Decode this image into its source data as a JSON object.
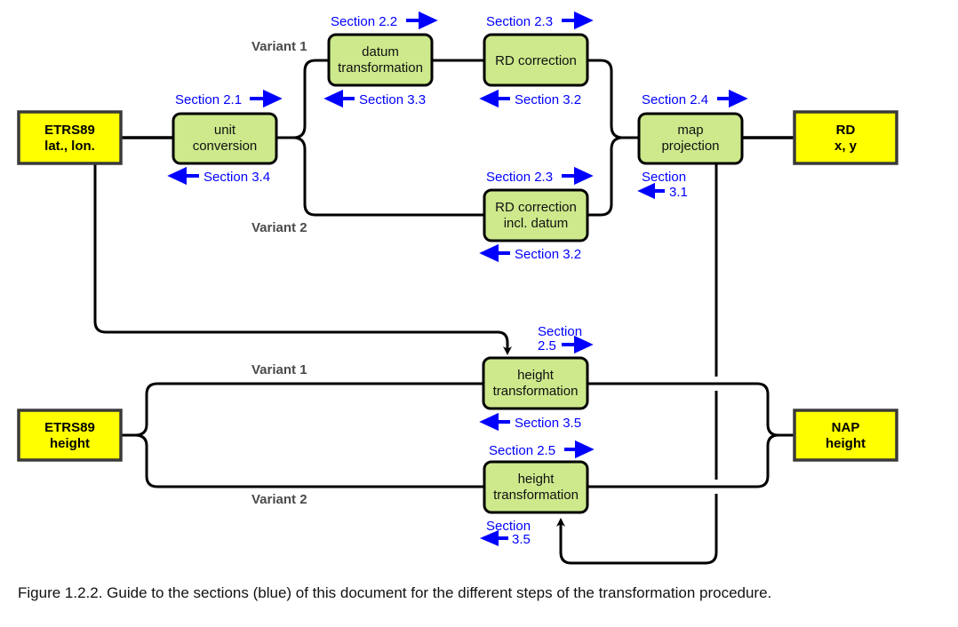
{
  "colors": {
    "section_blue": "#0000ff",
    "process_fill": "#cde98c",
    "endpoint_fill": "#ffff00",
    "endpoint_border": "#3a3a3a",
    "line": "#000000",
    "variant_label": "#4a4a4a"
  },
  "endpoints": {
    "etrs89_latlon": {
      "line1": "ETRS89",
      "line2": "lat., lon."
    },
    "rd_xy": {
      "line1": "RD",
      "line2": "x, y"
    },
    "etrs89_height": {
      "line1": "ETRS89",
      "line2": "height"
    },
    "nap_height": {
      "line1": "NAP",
      "line2": "height"
    }
  },
  "processes": {
    "unit_conversion": {
      "line1": "unit",
      "line2": "conversion"
    },
    "datum_transformation": {
      "line1": "datum",
      "line2": "transformation"
    },
    "rd_correction": {
      "line1": "RD correction"
    },
    "map_projection": {
      "line1": "map",
      "line2": "projection"
    },
    "rd_correction_incl_datum": {
      "line1": "RD correction",
      "line2": "incl. datum"
    },
    "height_transformation_1": {
      "line1": "height",
      "line2": "transformation"
    },
    "height_transformation_2": {
      "line1": "height",
      "line2": "transformation"
    }
  },
  "variants": {
    "top_v1": "Variant 1",
    "top_v2": "Variant 2",
    "bottom_v1": "Variant 1",
    "bottom_v2": "Variant 2"
  },
  "sections": {
    "s2_1": "Section 2.1",
    "s3_4": "Section 3.4",
    "s2_2": "Section 2.2",
    "s3_3": "Section 3.3",
    "s2_3_top": "Section 2.3",
    "s3_2_top": "Section 3.2",
    "s2_4": "Section 2.4",
    "s3_1_line1": "Section",
    "s3_1_line2": "3.1",
    "s2_3_bottom": "Section 2.3",
    "s3_2_bottom": "Section 3.2",
    "s2_5_top_line1": "Section",
    "s2_5_top_line2": "2.5",
    "s3_5_top": "Section 3.5",
    "s2_5_bottom": "Section 2.5",
    "s3_5_bottom_line1": "Section",
    "s3_5_bottom_line2": "3.5"
  },
  "caption": "Figure 1.2.2. Guide to the sections (blue) of this document for the different steps of the transformation procedure."
}
